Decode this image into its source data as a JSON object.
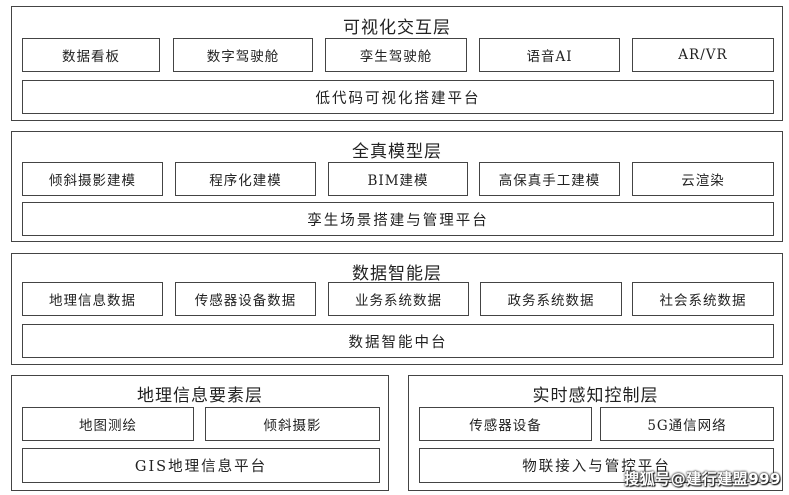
{
  "layer1": {
    "title": "可视化交互层",
    "items": [
      "数据看板",
      "数字驾驶舱",
      "孪生驾驶舱",
      "语音AI",
      "AR/VR"
    ],
    "platform": "低代码可视化搭建平台"
  },
  "layer2": {
    "title": "全真模型层",
    "items": [
      "倾斜摄影建模",
      "程序化建模",
      "BIM建模",
      "高保真手工建模",
      "云渲染"
    ],
    "platform": "孪生场景搭建与管理平台"
  },
  "layer3": {
    "title": "数据智能层",
    "items": [
      "地理信息数据",
      "传感器设备数据",
      "业务系统数据",
      "政务系统数据",
      "社会系统数据"
    ],
    "platform": "数据智能中台"
  },
  "layer4": {
    "title": "地理信息要素层",
    "items": [
      "地图测绘",
      "倾斜摄影"
    ],
    "platform": "GIS地理信息平台"
  },
  "layer5": {
    "title": "实时感知控制层",
    "items": [
      "传感器设备",
      "5G通信网络"
    ],
    "platform": "物联接入与管控平台"
  },
  "watermark": "搜狐号@建行建盟999"
}
